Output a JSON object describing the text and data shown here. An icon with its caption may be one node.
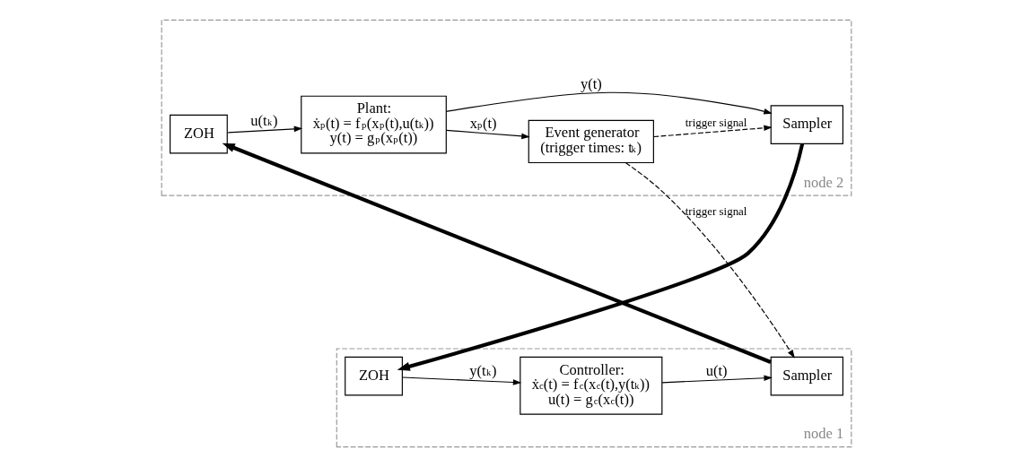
{
  "diagram": {
    "nodes": [
      {
        "text": [
          "node 1"
        ]
      },
      {
        "text": [
          "node 2"
        ]
      },
      {
        "text": [
          "Controller:",
          "ẋ$_{c}$(t) = f$_{c}$(x$_{c}$(t),y(t$_{k}$))",
          "u(t) = g$_{c}$(x$_{c}$(t))"
        ],
        "in": 0
      },
      {
        "text": [
          "Sampler"
        ],
        "in": 0
      },
      {
        "text": [
          "ZOH"
        ],
        "in": 0
      },
      {
        "text": [
          "ZOH"
        ],
        "in": 1
      },
      {
        "text": [
          "Plant:",
          "ẋ$_{p}$(t) = f$_{p}$(x$_{p}$(t),u(t$_{k}$))",
          "y(t) = g$_{p}$(x$_{p}$(t))"
        ],
        "in": 1
      },
      {
        "text": [
          "Event generator",
          "(trigger times: t$_{k}$)"
        ],
        "in": 1
      },
      {
        "text": [
          "Sampler"
        ],
        "in": 1
      }
    ],
    "edges": [
      {
        "from": 2,
        "to": 3,
        "arrow": "to",
        "label": "u(t)"
      },
      {
        "from": 3,
        "to": 5,
        "arrow": "to",
        "style": "thick"
      },
      {
        "from": 5,
        "to": 6,
        "arrow": "to",
        "label": "u(t$_{k}$)"
      },
      {
        "from": 6,
        "to": 8,
        "arrow": "to",
        "label": "y(t)"
      },
      {
        "from": 6,
        "to": 7,
        "arrow": "to",
        "label": "x$_{p}$(t)"
      },
      {
        "from": 7,
        "to": 3,
        "arrow": "to",
        "style": "dashed",
        "label": "trigger signal"
      },
      {
        "from": 7,
        "to": 8,
        "arrow": "to",
        "style": "dashed",
        "label": "trigger signal"
      },
      {
        "from": 8,
        "to": 4,
        "arrow": "to",
        "style": "thick"
      },
      {
        "from": 4,
        "to": 2,
        "arrow": "to",
        "label": "y(t$_{k}$)"
      }
    ]
  }
}
